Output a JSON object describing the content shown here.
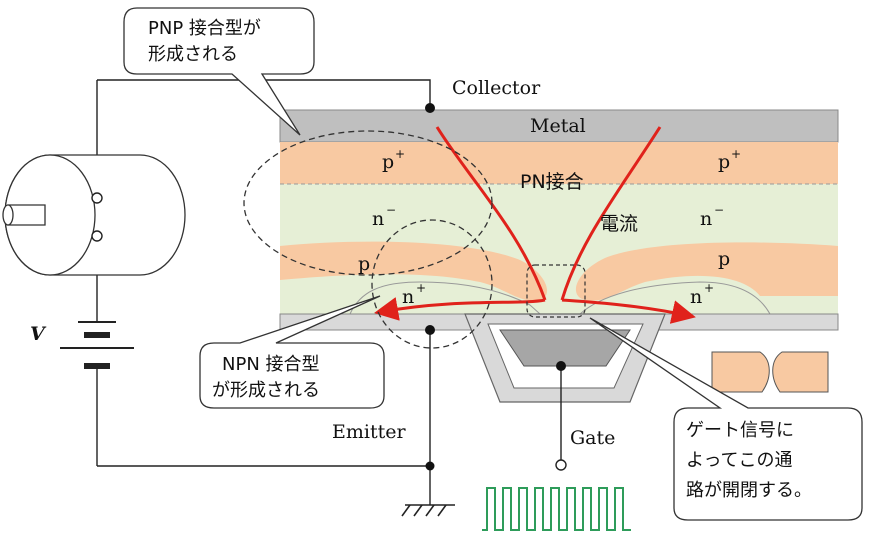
{
  "labels": {
    "collector": "Collector",
    "metal": "Metal",
    "p_plus_left": "p",
    "p_plus_left_sup": "+",
    "p_plus_right": "p",
    "p_plus_right_sup": "+",
    "pn_junction": "PN接合",
    "n_minus_left": "n",
    "n_minus_left_sup": "−",
    "n_minus_right": "n",
    "n_minus_right_sup": "−",
    "current": "電流",
    "p_left": "p",
    "p_right": "p",
    "n_plus_left": "n",
    "n_plus_left_sup": "+",
    "n_plus_right": "n",
    "n_plus_right_sup": "+",
    "emitter": "Emitter",
    "gate": "Gate",
    "voltage": "V"
  },
  "callouts": {
    "pnp": [
      "PNP 接合型が",
      "形成される"
    ],
    "npn": [
      "NPN 接合型",
      "が形成される"
    ],
    "gate_signal": [
      "ゲート信号に",
      "よってこの通",
      "路が開閉する。"
    ]
  },
  "colors": {
    "p_layer": "#f8c9a2",
    "n_layer": "#e6efd6",
    "metal": "#bfbfbf",
    "current_arrow": "#e0221b",
    "gate_wave": "#2e9c5a",
    "oxide": "#d9d9d9",
    "gate_electrode": "#a6a6a6"
  },
  "icons": [
    "motor-icon",
    "battery-icon",
    "ground-icon",
    "gate-pulse-wave-icon"
  ]
}
